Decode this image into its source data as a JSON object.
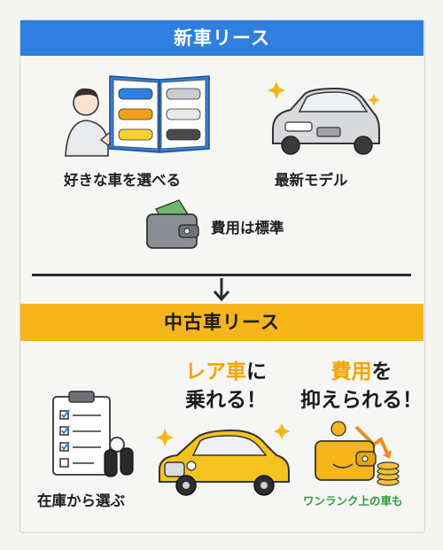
{
  "top_section": {
    "title": "新車リース",
    "features": [
      {
        "label": "好きな車を選べる",
        "icon": "catalog-person-icon"
      },
      {
        "label": "最新モデル",
        "icon": "new-car-icon"
      },
      {
        "label": "費用は標準",
        "icon": "wallet-icon"
      }
    ]
  },
  "bottom_section": {
    "title": "中古車リース",
    "features": [
      {
        "label": "在庫から選ぶ",
        "icon": "checklist-keys-icon"
      },
      {
        "headline_highlight": "レア車",
        "headline_rest": "に",
        "headline_line2": "乗れる！",
        "icon": "classic-car-icon"
      },
      {
        "headline_highlight": "費用",
        "headline_rest": "を",
        "headline_line2": "抑えられる！",
        "note": "ワンランク上の車も",
        "icon": "wallet-coins-icon"
      }
    ]
  },
  "colors": {
    "blue": "#2f7fe0",
    "yellow": "#f6b51a",
    "orange": "#f5a300",
    "green": "#2f9e3a"
  }
}
